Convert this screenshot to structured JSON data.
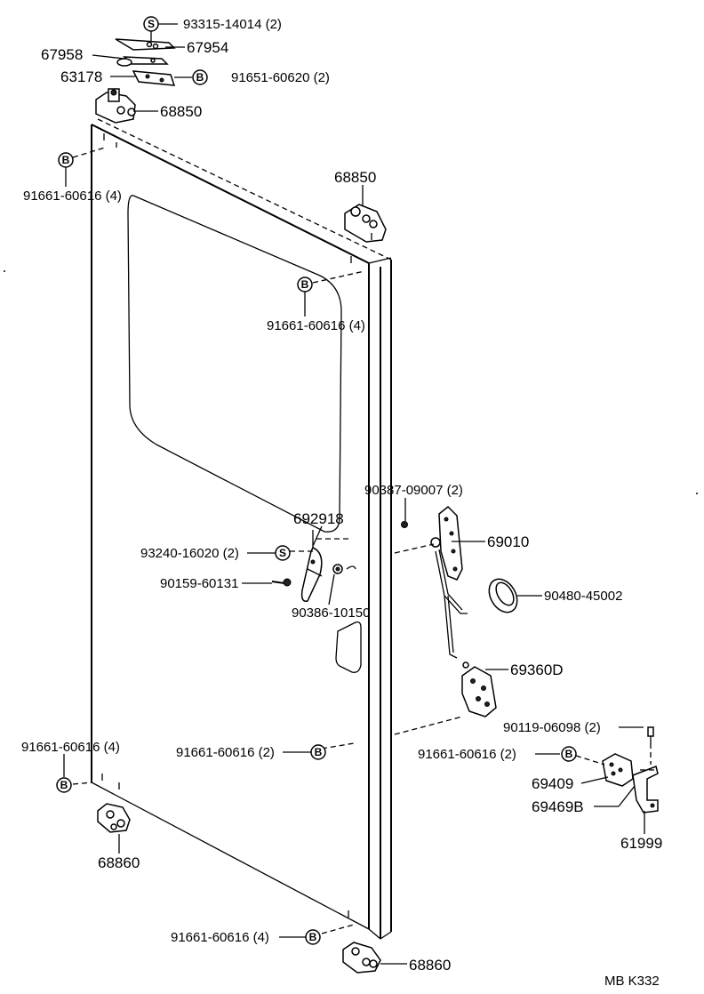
{
  "callouts": [
    {
      "id": "c1",
      "text": "93315-14014 (2)",
      "mark": "S"
    },
    {
      "id": "c2",
      "text": "67954"
    },
    {
      "id": "c3",
      "text": "67958"
    },
    {
      "id": "c4",
      "text": "63178"
    },
    {
      "id": "c5",
      "text": "91651-60620 (2)",
      "mark": "B"
    },
    {
      "id": "c6",
      "text": "68850"
    },
    {
      "id": "c7",
      "text": "91661-60616 (4)",
      "mark": "B"
    },
    {
      "id": "c8",
      "text": "68850"
    },
    {
      "id": "c9",
      "text": "91661-60616 (4)",
      "mark": "B"
    },
    {
      "id": "c10",
      "text": "90387-09007 (2)"
    },
    {
      "id": "c11",
      "text": "692918"
    },
    {
      "id": "c12",
      "text": "69010"
    },
    {
      "id": "c13",
      "text": "93240-16020 (2)",
      "mark": "S"
    },
    {
      "id": "c14",
      "text": "90480-45002"
    },
    {
      "id": "c15",
      "text": "90159-60131"
    },
    {
      "id": "c16",
      "text": "90386-10150"
    },
    {
      "id": "c17",
      "text": "69360D"
    },
    {
      "id": "c18",
      "text": "90119-06098 (2)"
    },
    {
      "id": "c19",
      "text": "91661-60616 (4)",
      "mark": "B"
    },
    {
      "id": "c20",
      "text": "91661-60616 (2)",
      "mark": "B"
    },
    {
      "id": "c21",
      "text": "91661-60616 (2)",
      "mark": "B"
    },
    {
      "id": "c22",
      "text": "69409"
    },
    {
      "id": "c23",
      "text": "69469B"
    },
    {
      "id": "c24",
      "text": "68860"
    },
    {
      "id": "c25",
      "text": "61999"
    },
    {
      "id": "c26",
      "text": "91661-60616 (4)",
      "mark": "B"
    },
    {
      "id": "c27",
      "text": "68860"
    }
  ],
  "footer": {
    "code": "MB K332"
  }
}
